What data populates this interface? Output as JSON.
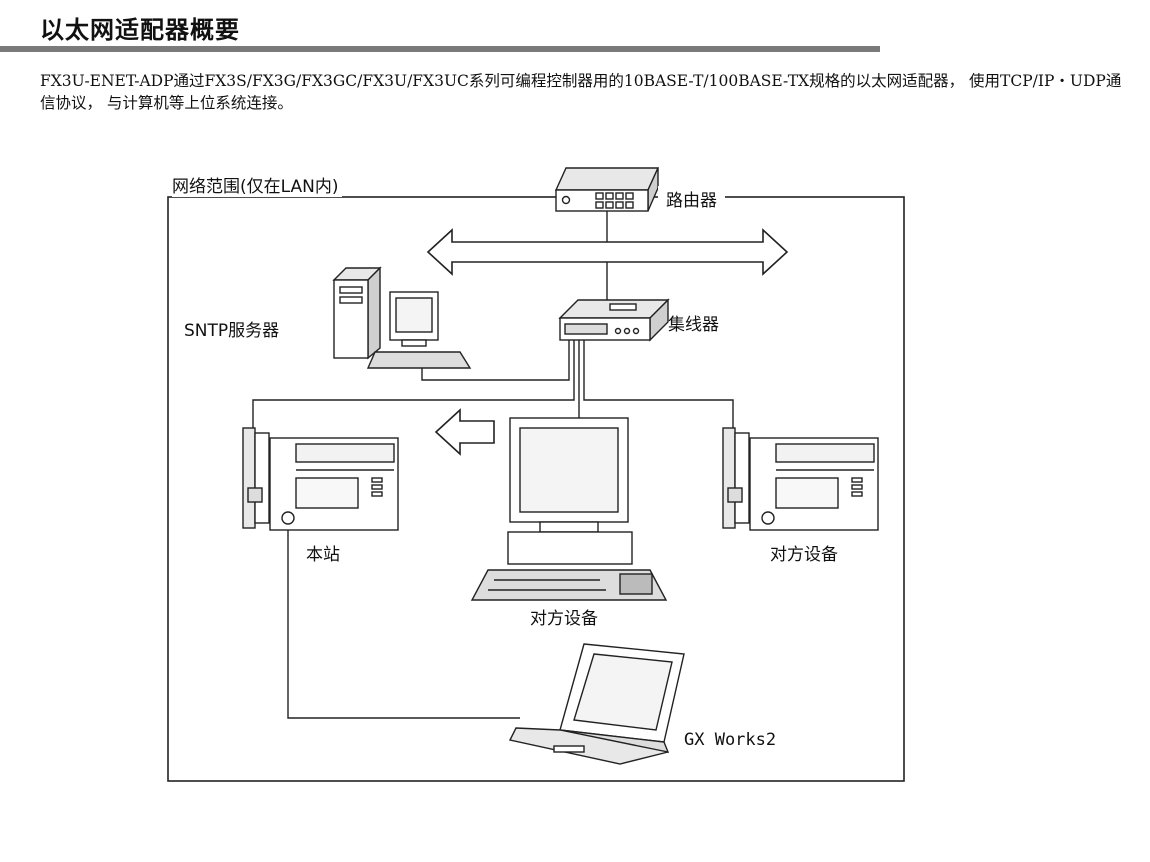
{
  "header": {
    "title": "以太网适配器概要",
    "description": "FX3U-ENET-ADP通过FX3S/FX3G/FX3GC/FX3U/FX3UC系列可编程控制器用的10BASE-T/100BASE-TX规格的以太网适配器， 使用TCP/IP・UDP通信协议， 与计算机等上位系统连接。"
  },
  "diagram": {
    "network_scope": "网络范围(仅在LAN内)",
    "router": "路由器",
    "hub": "集线器",
    "sntp_server": "SNTP服务器",
    "local_station": "本站",
    "remote_device_right": "对方设备",
    "remote_device_center": "对方设备",
    "gx_works": "GX Works2"
  }
}
